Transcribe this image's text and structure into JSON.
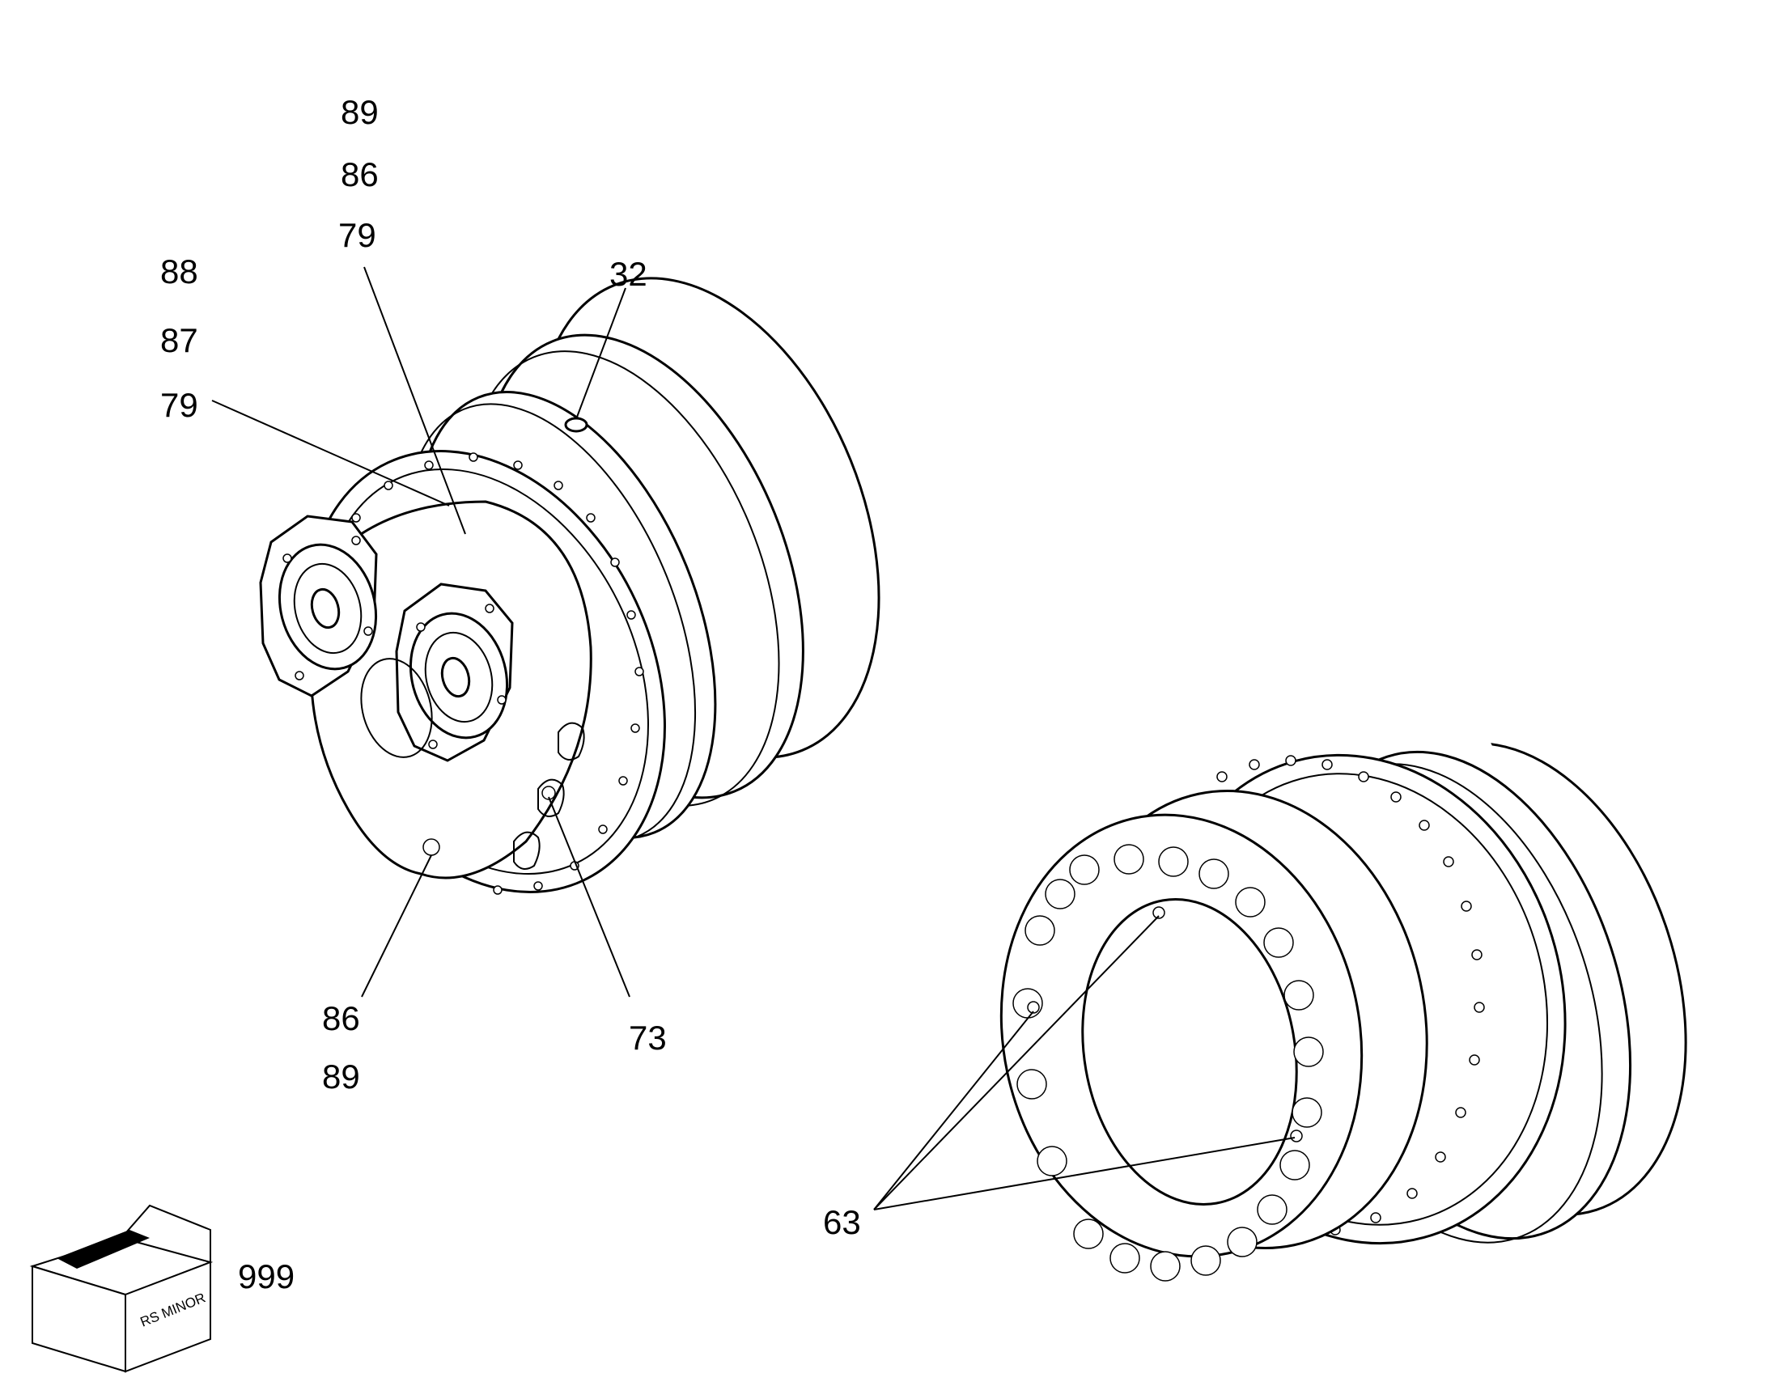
{
  "callouts": {
    "c89_top": "89",
    "c86_top": "86",
    "c79_top": "79",
    "c88": "88",
    "c87": "87",
    "c79_left": "79",
    "c32": "32",
    "c86_bottom": "86",
    "c89_bottom": "89",
    "c73": "73",
    "c63": "63",
    "c999": "999"
  },
  "kit_box": {
    "label": "RS MINOR"
  },
  "parts": [
    {
      "name": "hydraulic-motor-front-view",
      "callouts": [
        "32",
        "73",
        "79",
        "86",
        "87",
        "88",
        "89"
      ]
    },
    {
      "name": "hydraulic-motor-rear-view",
      "callouts": [
        "63"
      ]
    }
  ],
  "colors": {
    "line": "#000000",
    "background": "#ffffff"
  }
}
